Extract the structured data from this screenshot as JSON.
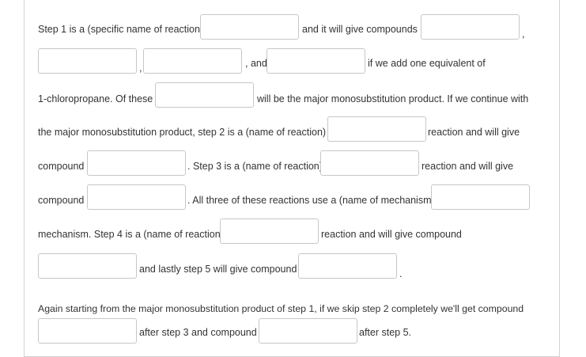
{
  "text": {
    "step1": "Step 1 is a (specific name of reaction)",
    "give_compounds": "and it will give  compounds",
    "comma_a": ",",
    "comma_b": ",",
    "and": ", and",
    "if_add": "if we add one equivalent of",
    "chloropropane": "1-chloropropane. Of these",
    "will_be_major": "will be the major monosubstitution product. If we continue with",
    "major_step2": "the major monosubstitution product, step 2 is a (name of reaction)",
    "reaction_give_1": "reaction and will give",
    "compound_1": "compound",
    "step3": ". Step 3 is a (name of reaction)",
    "reaction_give_2": "reaction and will give",
    "compound_2": "compound",
    "all_three": ". All three of these reactions use a (name of mechanism)",
    "mechanism_step4": "mechanism. Step 4 is a (name of reaction)",
    "reaction_give_compound": "reaction and will give compound",
    "lastly_step5": "and lastly step 5 will give compound",
    "period": ".",
    "again": "Again starting from the major monosubstitution product of step 1, if we skip step 2 completely we'll get compound",
    "after_step3": "after step 3 and compound",
    "after_step5": "after step 5."
  },
  "fields": {
    "step1_reaction": "",
    "step1_compound_a": "",
    "step1_compound_b": "",
    "step1_compound_c": "",
    "step1_compound_d": "",
    "major_product": "",
    "step2_reaction": "",
    "step2_compound": "",
    "step3_reaction": "",
    "step3_compound": "",
    "mechanism": "",
    "step4_reaction": "",
    "step4_compound": "",
    "step5_compound": "",
    "skip_step3_compound": "",
    "skip_step5_compound": ""
  }
}
